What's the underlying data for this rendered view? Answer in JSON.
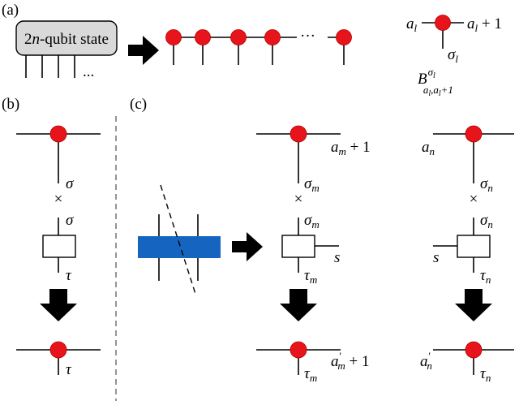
{
  "panels": {
    "a": "(a)",
    "b": "(b)",
    "c": "(c)"
  },
  "panel_a": {
    "state_box": "2n-qubit state",
    "state_dots": "...",
    "chain_dots": "···",
    "tensor_left_index": "a_l",
    "tensor_right_index": "a_l + 1",
    "tensor_physical_index": "σ_l",
    "tensor_name": "B^{σ_l}_{a_l, a_l+1}"
  },
  "panel_b": {
    "sigma_top": "σ",
    "sigma_bottom": "σ",
    "tau_box": "τ",
    "tau_result": "τ",
    "cut_mark": "×"
  },
  "panel_c": {
    "left_column": {
      "bond_top": "a_m + 1",
      "sigma_top": "σ_m",
      "sigma_bottom": "σ_m",
      "ancilla": "s",
      "tau_box": "τ_m",
      "bond_result": "a′_m + 1",
      "tau_result": "τ_m"
    },
    "right_column": {
      "bond_top": "a_n",
      "sigma_top": "σ_n",
      "sigma_bottom": "σ_n",
      "ancilla": "s",
      "tau_box": "τ_n",
      "bond_result": "a′_n",
      "tau_result": "τ_n"
    }
  },
  "colors": {
    "node": "#e8141c",
    "gate": "#1565c0",
    "stroke": "#000000",
    "state_box_fill": "#d9d9d9"
  }
}
